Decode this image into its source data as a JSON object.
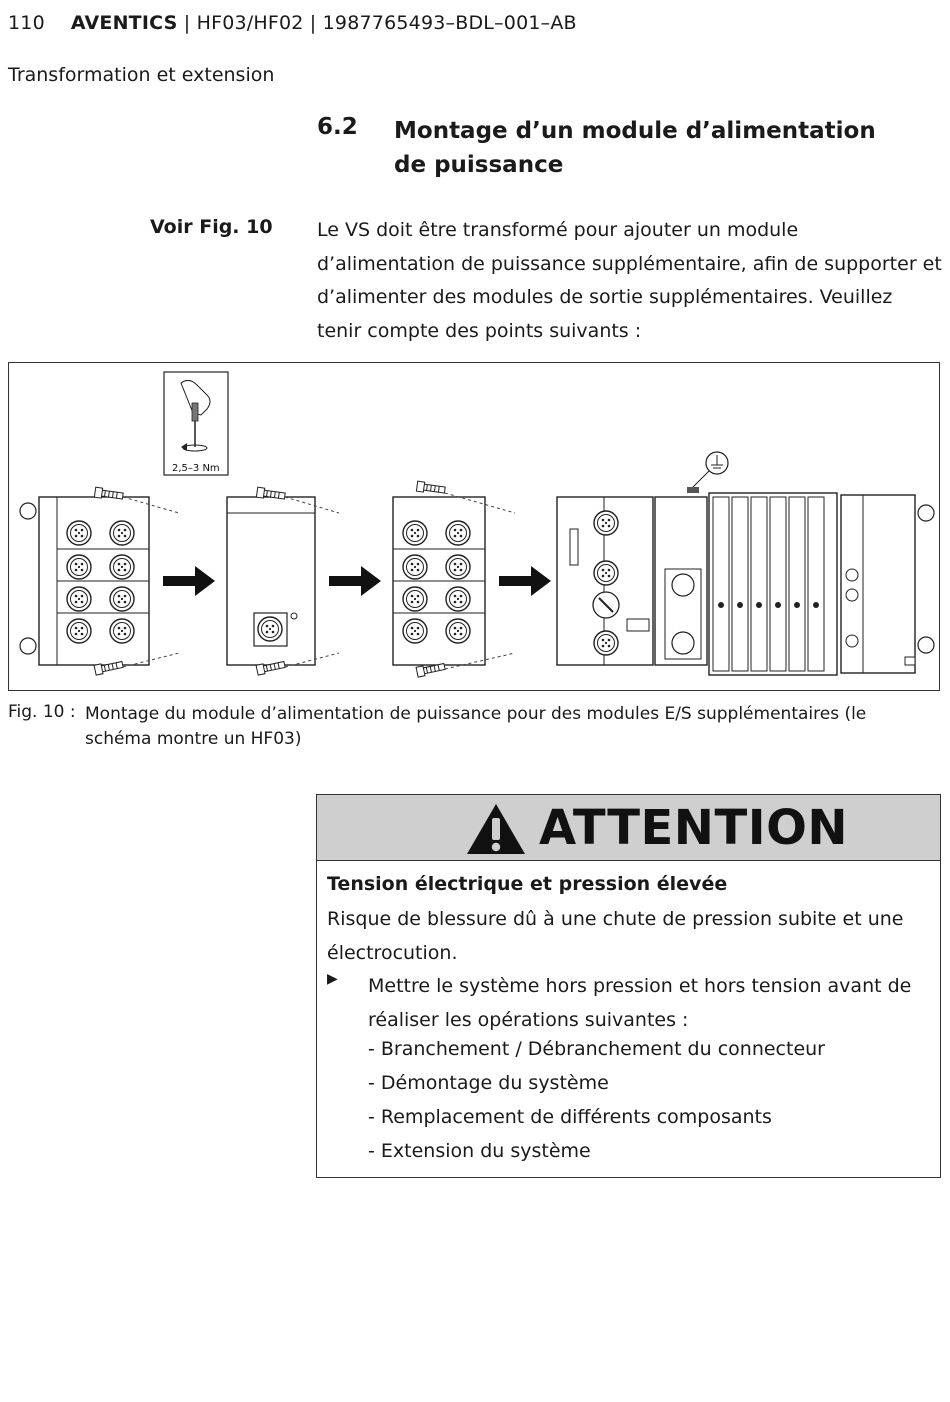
{
  "header": {
    "page_number": "110",
    "brand": "AVENTICS",
    "doc_ref": " | HF03/HF02 | 1987765493–BDL–001–AB",
    "section": "Transformation et extension"
  },
  "heading": {
    "number": "6.2",
    "title": "Montage d’un module d’alimentation de puissance"
  },
  "margin_note": "Voir Fig. 10",
  "intro": "Le VS doit être transformé pour ajouter un module d’alimentation de puissance supplémentaire, afin de supporter et d’alimenter des modules de sortie supplémentaires. Veuillez tenir compte des points suivants :",
  "figure": {
    "torque_label": "2,5–3 Nm",
    "caption_label": "Fig. 10 :",
    "caption": "Montage du module d’alimentation de puissance pour des modules E/S supplémentaires (le schéma montre un HF03)"
  },
  "warning": {
    "signal_word": "ATTENTION",
    "title": "Tension électrique et pression élevée",
    "text": "Risque de blessure dû à une chute de pression subite et une électrocution.",
    "bullet_symbol": "▶",
    "step": "Mettre le système hors pression et hors tension avant de réaliser les opérations suivantes :",
    "sub_items": [
      "- Branchement / Débranchement du connecteur",
      "- Démontage du système",
      "- Remplacement de différents composants",
      "- Extension du système"
    ]
  }
}
